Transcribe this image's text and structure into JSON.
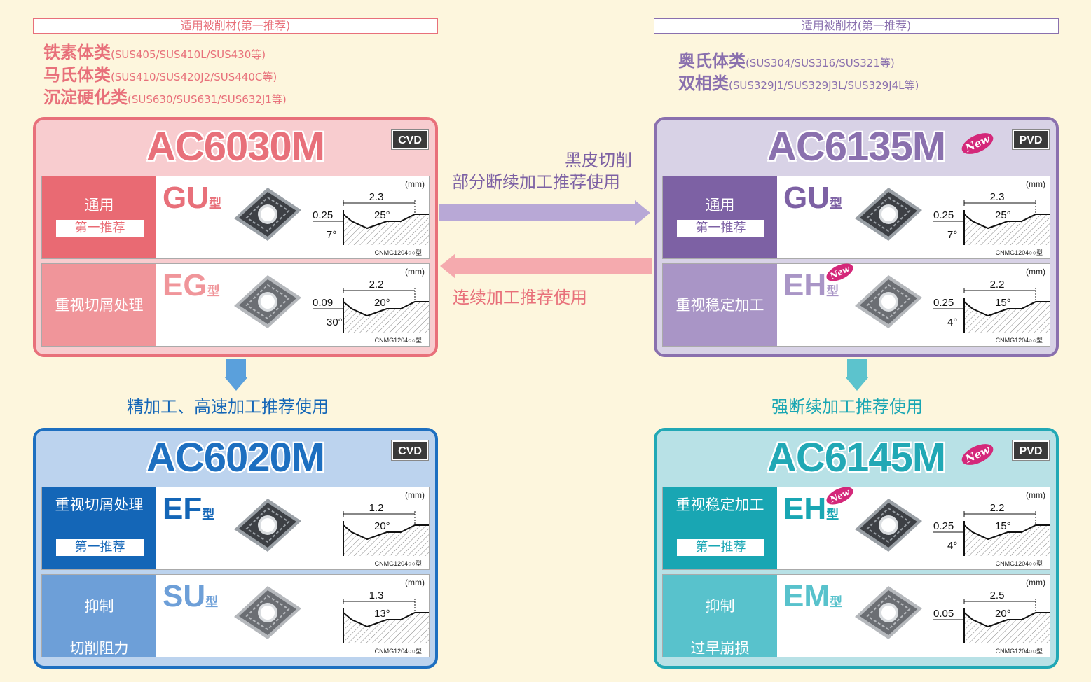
{
  "materials": {
    "left": {
      "header": "适用被削材(第一推荐)",
      "lines": [
        {
          "name": "铁素体类",
          "grades": "(SUS405/SUS410L/SUS430等)"
        },
        {
          "name": "马氏体类",
          "grades": "(SUS410/SUS420J2/SUS440C等)"
        },
        {
          "name": "沉淀硬化类",
          "grades": "(SUS630/SUS631/SUS632J1等)"
        }
      ]
    },
    "right": {
      "header": "适用被削材(第一推荐)",
      "lines": [
        {
          "name": "奥氏体类",
          "grades": "(SUS304/SUS316/SUS321等)"
        },
        {
          "name": "双相类",
          "grades": "(SUS329J1/SUS329J3L/SUS329J4L等)"
        }
      ]
    }
  },
  "cards": [
    {
      "id": "ac6030m",
      "title": "AC6030M",
      "coating": "CVD",
      "new": false,
      "colors": {
        "border": "#e8707a",
        "bg": "#f8cccf",
        "label1": "#e96a73",
        "label2": "#f0959a",
        "type": "#e8707a"
      },
      "rows": [
        {
          "label": [
            "通用"
          ],
          "recommend": "第一推荐",
          "type": "GU",
          "suffix": "型",
          "new": false,
          "dims": {
            "d1": "0.25",
            "d2": "2.3",
            "a1": "25°",
            "a2": "7°"
          },
          "mm": "(mm)",
          "code": "CNMG1204○○型"
        },
        {
          "label": [
            "重视切屑处理"
          ],
          "recommend": "",
          "type": "EG",
          "suffix": "型",
          "new": false,
          "dims": {
            "d1": "0.09",
            "d2": "2.2",
            "a1": "20°",
            "a2": "30°"
          },
          "mm": "(mm)",
          "code": "CNMG1204○○型"
        }
      ]
    },
    {
      "id": "ac6135m",
      "title": "AC6135M",
      "coating": "PVD",
      "new": true,
      "colors": {
        "border": "#8a70ae",
        "bg": "#d8d2e6",
        "label1": "#7d61a4",
        "label2": "#a995c6",
        "type": "#7d61a4"
      },
      "rows": [
        {
          "label": [
            "通用"
          ],
          "recommend": "第一推荐",
          "type": "GU",
          "suffix": "型",
          "new": false,
          "dims": {
            "d1": "0.25",
            "d2": "2.3",
            "a1": "25°",
            "a2": "7°"
          },
          "mm": "(mm)",
          "code": "CNMG1204○○型"
        },
        {
          "label": [
            "重视稳定加工"
          ],
          "recommend": "",
          "type": "EH",
          "suffix": "型",
          "new": true,
          "dims": {
            "d1": "0.25",
            "d2": "2.2",
            "a1": "15°",
            "a2": "4°"
          },
          "mm": "(mm)",
          "code": "CNMG1204○○型"
        }
      ]
    },
    {
      "id": "ac6020m",
      "title": "AC6020M",
      "coating": "CVD",
      "new": false,
      "colors": {
        "border": "#1d6fc0",
        "bg": "#bcd3ee",
        "label1": "#1466b7",
        "label2": "#6d9fd8",
        "type": "#1466b7"
      },
      "rows": [
        {
          "label": [
            "重视切屑处理"
          ],
          "recommend": "第一推荐",
          "type": "EF",
          "suffix": "型",
          "new": false,
          "dims": {
            "d1": "",
            "d2": "1.2",
            "a1": "20°",
            "a2": ""
          },
          "mm": "(mm)",
          "code": "CNMG1204○○型"
        },
        {
          "label": [
            "抑制",
            "切削阻力"
          ],
          "recommend": "",
          "type": "SU",
          "suffix": "型",
          "new": false,
          "dims": {
            "d1": "",
            "d2": "1.3",
            "a1": "13°",
            "a2": ""
          },
          "mm": "(mm)",
          "code": "CNMG1204○○型"
        }
      ]
    },
    {
      "id": "ac6145m",
      "title": "AC6145M",
      "coating": "PVD",
      "new": true,
      "colors": {
        "border": "#21a8b5",
        "bg": "#b8e1e6",
        "label1": "#19a6b3",
        "label2": "#58c2cc",
        "type": "#19a6b3"
      },
      "rows": [
        {
          "label": [
            "重视稳定加工"
          ],
          "recommend": "第一推荐",
          "type": "EH",
          "suffix": "型",
          "new": true,
          "dims": {
            "d1": "0.25",
            "d2": "2.2",
            "a1": "15°",
            "a2": "4°"
          },
          "mm": "(mm)",
          "code": "CNMG1204○○型"
        },
        {
          "label": [
            "抑制",
            "过早崩损"
          ],
          "recommend": "",
          "type": "EM",
          "suffix": "型",
          "new": false,
          "dims": {
            "d1": "0.05",
            "d2": "2.5",
            "a1": "20°",
            "a2": ""
          },
          "mm": "(mm)",
          "code": "CNMG1204○○型"
        }
      ]
    }
  ],
  "transitions": {
    "to_right": [
      "黑皮切削",
      "部分断续加工推荐使用"
    ],
    "to_left": "连续加工推荐使用",
    "down_left": "精加工、高速加工推荐使用",
    "down_right": "强断续加工推荐使用"
  },
  "new_label": "New"
}
